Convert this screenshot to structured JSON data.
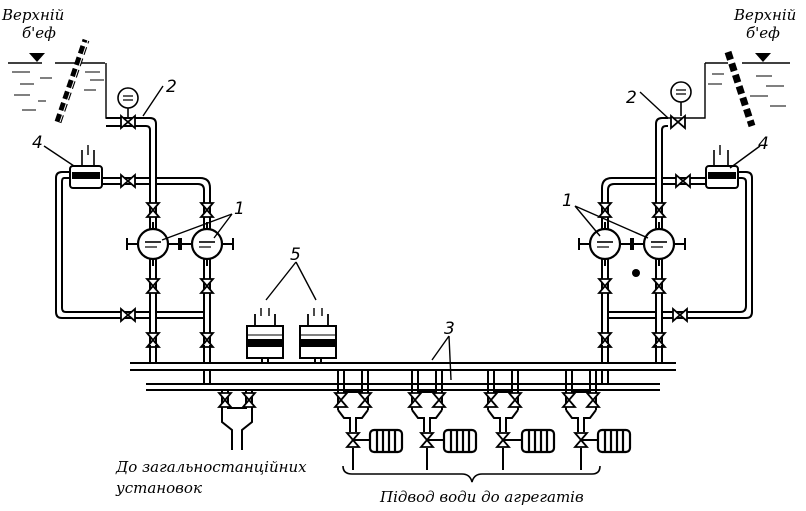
{
  "labels": {
    "upper_left_line1": "Верхній",
    "upper_left_line2": "б'еф",
    "upper_right_line1": "Верхній",
    "upper_right_line2": "б'еф",
    "to_station": "До загальностанційних",
    "to_station_line2": "установок",
    "supply": "Підвод води до агрегатів"
  },
  "markers": {
    "m1": "1",
    "m2": "2",
    "m3": "3",
    "m4": "4",
    "m5": "5"
  },
  "colors": {
    "ink": "#000000",
    "paper": "#ffffff"
  },
  "icons": [
    "water-level-icon",
    "pressure-gauge-icon",
    "gate-valve-icon",
    "pump-icon",
    "filter-tank-icon",
    "unit-icon"
  ]
}
